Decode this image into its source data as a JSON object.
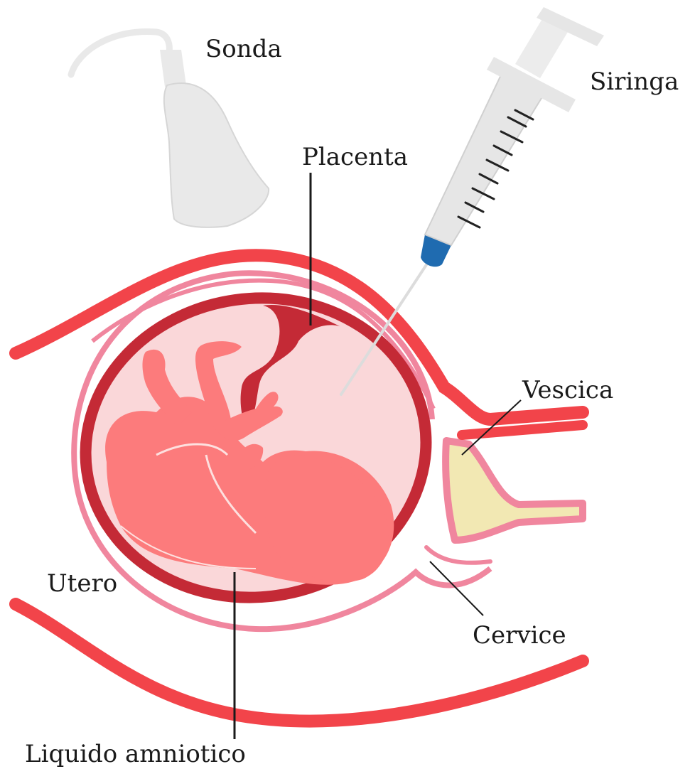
{
  "labels": {
    "probe": "Sonda",
    "syringe": "Siringa",
    "placenta": "Placenta",
    "bladder": "Vescica",
    "uterus": "Utero",
    "cervix": "Cervice",
    "amniotic_fluid": "Liquido amniotico"
  },
  "colors": {
    "abdominal_wall": "#f2444a",
    "uterine_wall": "#c42a36",
    "membrane": "#f0869e",
    "amniotic_fluid": "#fad7d9",
    "fetus": "#fc7b7c",
    "fetus_highlight": "#fde0df",
    "bladder_fill": "#f2e8b3",
    "probe": "#e9e9e9",
    "syringe_barrel": "#e6e6e6",
    "needle_hub": "#1f6bb0",
    "leader_line": "#1a1a1a"
  },
  "icons": [
    "ultrasound-probe-icon",
    "syringe-icon",
    "fetus-icon"
  ]
}
